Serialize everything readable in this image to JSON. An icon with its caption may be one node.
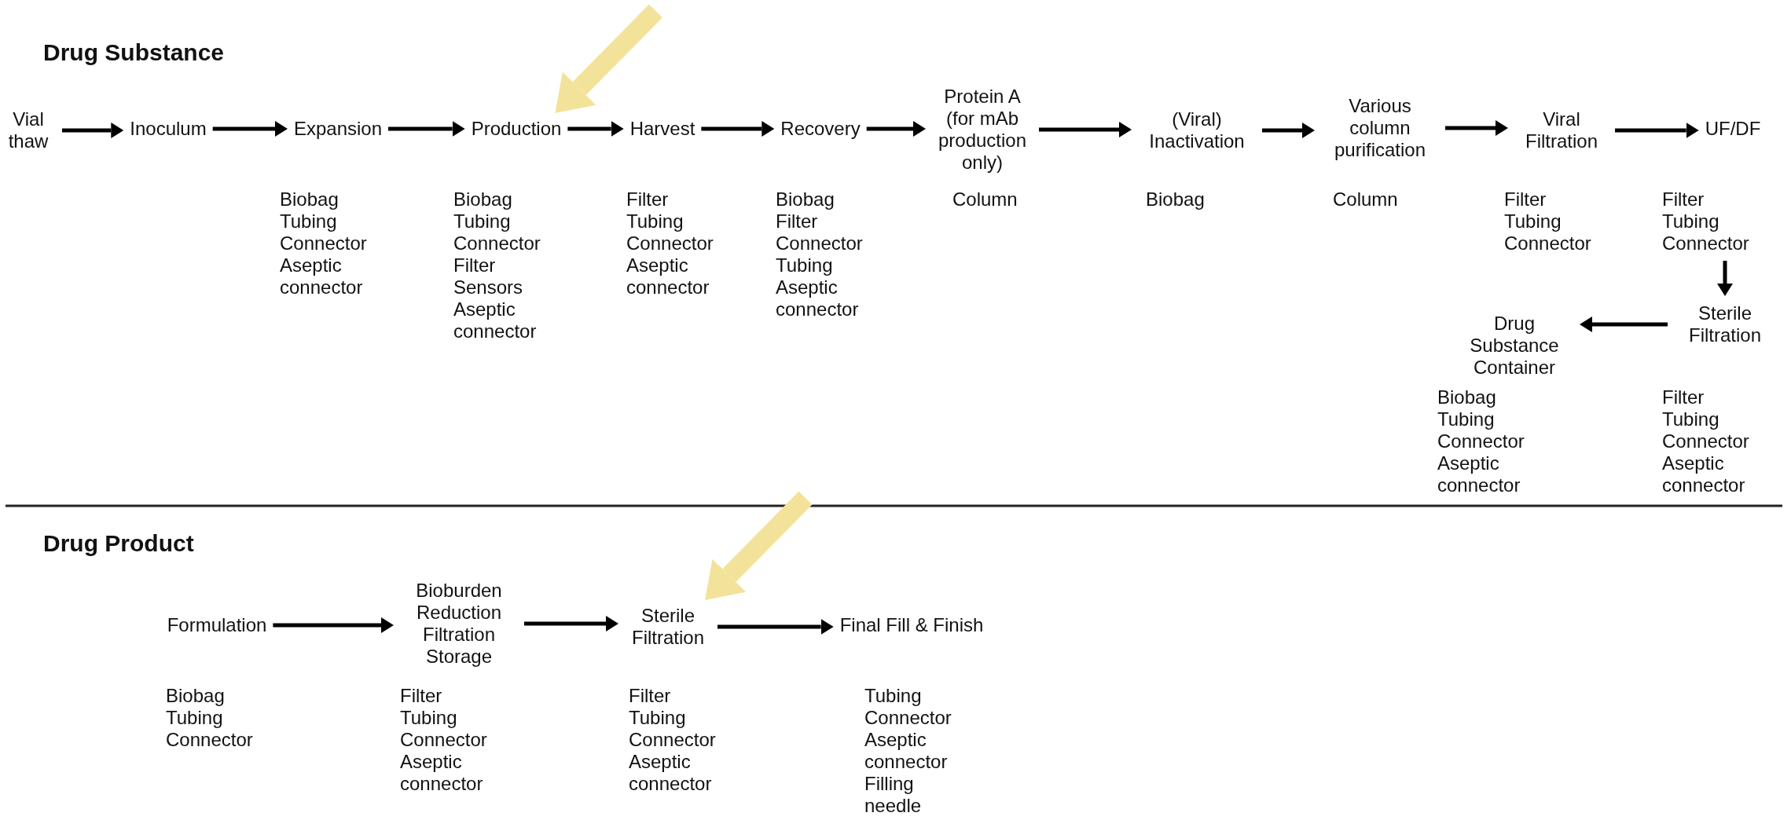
{
  "diagram": {
    "nodes": [
      {
        "text": [
          "Vial thaw"
        ]
      },
      {
        "text": [
          "Inoculum"
        ]
      },
      {
        "text": [
          "Expansion"
        ],
        "beside": [
          "Biobag",
          "Tubing",
          "Connector",
          "Aseptic connector"
        ]
      },
      {
        "text": [
          "Production"
        ],
        "beside": [
          "Biobag",
          "Tubing",
          "Connector",
          "Filter",
          "Sensors",
          "Aseptic connector"
        ]
      },
      {
        "text": [
          "Harvest"
        ],
        "beside": [
          "Filter",
          "Tubing",
          "Connector",
          "Aseptic connector"
        ]
      },
      {
        "text": [
          "Recovery"
        ],
        "beside": [
          "Biobag",
          "Filter",
          "Connector",
          "Tubing",
          "Aseptic connector"
        ]
      },
      {
        "text": [
          "Protein A (for mAb production only)"
        ],
        "beside": [
          "Column"
        ]
      },
      {
        "text": [
          "(Viral) Inactivation"
        ],
        "beside": [
          "Biobag"
        ]
      },
      {
        "text": [
          "Various column purification"
        ],
        "beside": [
          "Column"
        ]
      },
      {
        "text": [
          "Viral Filtration"
        ],
        "beside": [
          "Filter",
          "Tubing",
          "Connector"
        ]
      },
      {
        "text": [
          "UF/DF"
        ],
        "beside": [
          "Filter",
          "Tubing",
          "Connector"
        ]
      },
      {
        "text": [
          "Sterile Filtration"
        ],
        "beside": [
          "Filter",
          "Tubing",
          "Connector",
          "Aseptic connector"
        ]
      },
      {
        "text": [
          "Drug Substance Container"
        ],
        "beside": [
          "Biobag",
          "Tubing",
          "Connector",
          "Aseptic connector"
        ]
      },
      {
        "text": [
          "Formulation"
        ],
        "beside": [
          "Biobag",
          "Tubing",
          "Connector"
        ]
      },
      {
        "text": [
          "Bioburden Reduction Filtration Storage"
        ],
        "beside": [
          "Filter",
          "Tubing",
          "Connector",
          "Aseptic connector"
        ]
      },
      {
        "text": [
          "Sterile Filtration"
        ],
        "beside": [
          "Filter",
          "Tubing",
          "Connector",
          "Aseptic connector"
        ]
      },
      {
        "text": [
          "Final Fill & Finish"
        ],
        "beside": [
          "Tubing",
          "Connector",
          "Aseptic connector",
          "Filling needle"
        ]
      }
    ],
    "edges": [
      {
        "from": 0,
        "to": 1,
        "arrow": "to"
      },
      {
        "from": 1,
        "to": 2,
        "arrow": "to"
      },
      {
        "from": 2,
        "to": 3,
        "arrow": "to"
      },
      {
        "from": 3,
        "to": 4,
        "arrow": "to"
      },
      {
        "from": 4,
        "to": 5,
        "arrow": "to"
      },
      {
        "from": 5,
        "to": 6,
        "arrow": "to"
      },
      {
        "from": 6,
        "to": 7,
        "arrow": "to"
      },
      {
        "from": 7,
        "to": 8,
        "arrow": "to"
      },
      {
        "from": 8,
        "to": 9,
        "arrow": "to"
      },
      {
        "from": 9,
        "to": 10,
        "arrow": "to"
      },
      {
        "from": 10,
        "to": 11,
        "arrow": "to"
      },
      {
        "from": 11,
        "to": 12,
        "arrow": "to"
      },
      {
        "from": 13,
        "to": 14,
        "arrow": "to"
      },
      {
        "from": 14,
        "to": 15,
        "arrow": "to"
      },
      {
        "from": 15,
        "to": 16,
        "arrow": "to"
      },
      {
        "from": null,
        "to": 3,
        "arrow": "to",
        "style": "thick",
        "color": "#f3e39a"
      },
      {
        "from": null,
        "to": 15,
        "arrow": "to",
        "style": "thick",
        "color": "#f3e39a"
      }
    ],
    "labels": [
      "Drug Substance",
      "Drug Product"
    ]
  }
}
